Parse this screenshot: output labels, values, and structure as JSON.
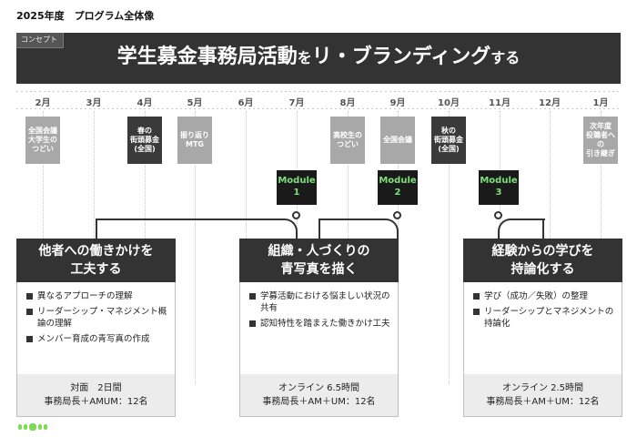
{
  "page_title": "2025年度　プログラム全体像",
  "concept": {
    "tag": "コンセプト",
    "main_part1": "学生募金事務局活動",
    "main_part2": "を",
    "main_part3": "リ・ブランディング",
    "main_part4": "する"
  },
  "months": [
    "2月",
    "3月",
    "4月",
    "5月",
    "6月",
    "7月",
    "8月",
    "9月",
    "10月",
    "11月",
    "12月",
    "1月"
  ],
  "events": [
    {
      "text": "全国会議\n大学生の\nつどい",
      "style": "light"
    },
    {
      "text": "春の\n街頭募金\n(全国)",
      "style": "dark"
    },
    {
      "text": "振り返り\nMTG",
      "style": "light"
    },
    {
      "text": "高校生の\nつどい",
      "style": "light"
    },
    {
      "text": "全国会議",
      "style": "light"
    },
    {
      "text": "秋の\n街頭募金\n(全国)",
      "style": "dark"
    },
    {
      "text": "次年度\n役職者への\n引き継ぎ",
      "style": "light"
    }
  ],
  "modules": [
    {
      "label": "Module",
      "number": "1"
    },
    {
      "label": "Module",
      "number": "2"
    },
    {
      "label": "Module",
      "number": "3"
    }
  ],
  "cards": [
    {
      "title": "他者への働きかけを\n工夫する",
      "bullets": [
        "異なるアプローチの理解",
        "リーダーシップ・マネジメント概論の理解",
        "メンバー育成の青写真の作成"
      ],
      "format": "対面　2日間",
      "participants": "事務局長＋AMUM：12名"
    },
    {
      "title": "組織・人づくりの\n青写真を描く",
      "bullets": [
        "学募活動における悩ましい状況の共有",
        "認知特性を踏まえた働きかけ工夫"
      ],
      "format": "オンライン 6.5時間",
      "participants": "事務局長＋AM＋UM：12名"
    },
    {
      "title": "経験からの学びを\n持論化する",
      "bullets": [
        "学び（成功／失敗）の整理",
        "リーダーシップとマネジメントの持論化"
      ],
      "format": "オンライン 2.5時間",
      "participants": "事務局長＋AM＋UM：12名"
    }
  ],
  "colors": {
    "dark": "#333333",
    "module_text": "#7de07a",
    "event_light": "#a8a8a8",
    "logo": "#7ed957"
  }
}
